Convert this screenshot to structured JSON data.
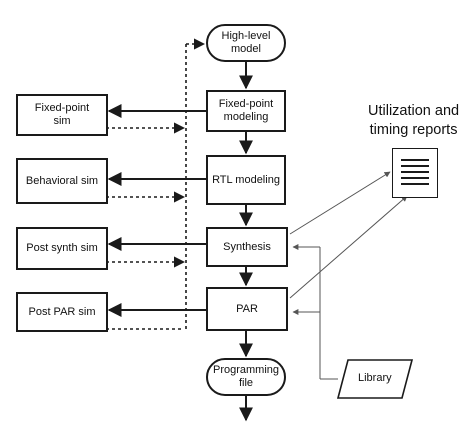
{
  "nodes": {
    "high_level_model": "High-level\nmodel",
    "fixed_point_modeling": "Fixed-point\nmodeling",
    "rtl_modeling": "RTL modeling",
    "synthesis": "Synthesis",
    "par": "PAR",
    "programming_file": "Programming\nfile",
    "fixed_point_sim": "Fixed-point\nsim",
    "behavioral_sim": "Behavioral sim",
    "post_synth_sim": "Post synth sim",
    "post_par_sim": "Post PAR sim",
    "library": "Library"
  },
  "reports": {
    "title_line1": "Utilization and",
    "title_line2": "timing reports",
    "icon": "document-lines-icon"
  },
  "colors": {
    "stroke": "#1a1a1a",
    "thin_arrow": "#555555"
  }
}
